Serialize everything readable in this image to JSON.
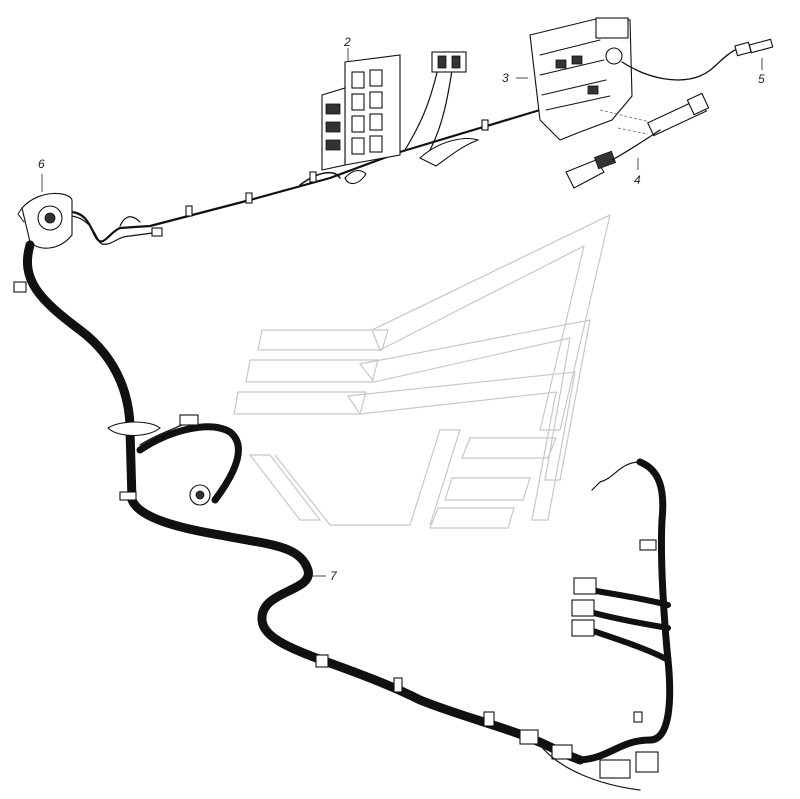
{
  "diagram": {
    "callouts": [
      {
        "id": "c1",
        "text": "2"
      },
      {
        "id": "c2",
        "text": "3"
      },
      {
        "id": "c3",
        "text": "5"
      },
      {
        "id": "c4",
        "text": "4"
      },
      {
        "id": "c5",
        "text": "6"
      },
      {
        "id": "c6",
        "text": "7"
      }
    ]
  },
  "colors": {
    "line": "#111111",
    "watermark": "#c8c8c8",
    "background": "#ffffff"
  }
}
